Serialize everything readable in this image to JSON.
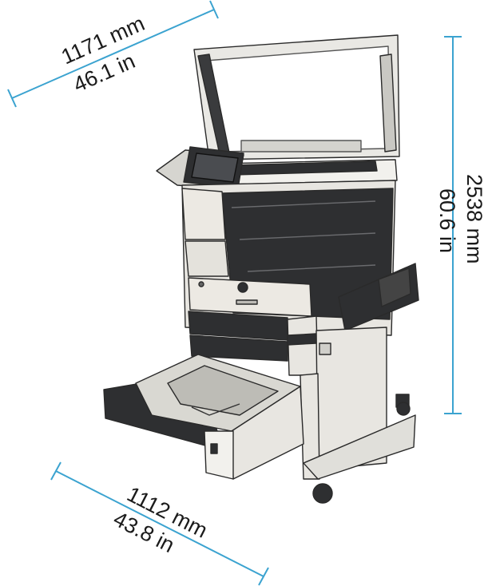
{
  "dimensions": {
    "width": {
      "metric": "1171 mm",
      "imperial": "46.1 in"
    },
    "height": {
      "metric": "2538 mm",
      "imperial": "60.6 in"
    },
    "depth": {
      "metric": "1112 mm",
      "imperial": "43.8 in"
    }
  },
  "colors": {
    "dimension_line": "#3ba3d0",
    "printer_body": "#e8e6e1",
    "printer_dark": "#2e2f31",
    "tray_inner": "#d9d8d2"
  },
  "icons": {
    "printer": "printer-illustration",
    "logo": "hp-logo-icon"
  }
}
